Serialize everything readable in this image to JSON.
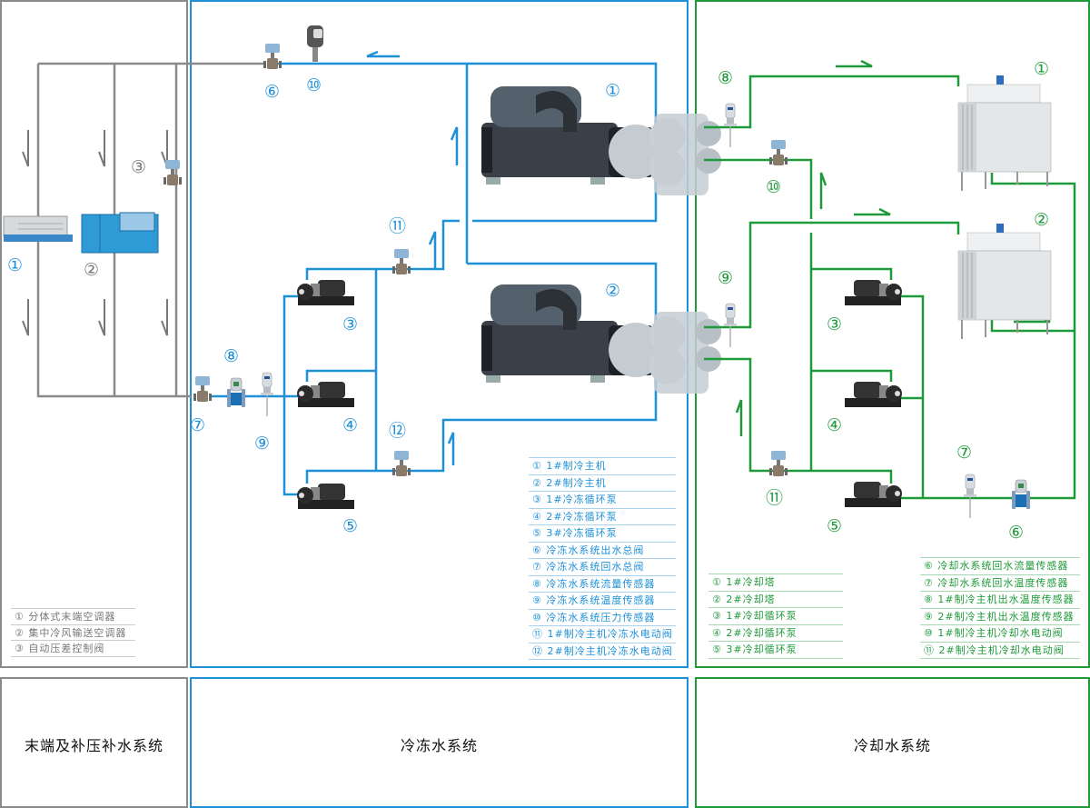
{
  "sections": {
    "terminal": {
      "title": "末端及补压补水系统",
      "color": "#8a8a8a"
    },
    "chilled": {
      "title": "冷冻水系统",
      "color": "#1e90d8"
    },
    "cooling": {
      "title": "冷却水系统",
      "color": "#1f9a3a"
    }
  },
  "terminal_legend": [
    "① 分体式末端空调器",
    "② 集中冷风输送空调器",
    "③ 自动压差控制阀"
  ],
  "chilled_legend": [
    "① 1#制冷主机",
    "② 2#制冷主机",
    "③ 1#冷冻循环泵",
    "④ 2#冷冻循环泵",
    "⑤ 3#冷冻循环泵",
    "⑥ 冷冻水系统出水总阀",
    "⑦ 冷冻水系统回水总阀",
    "⑧ 冷冻水系统流量传感器",
    "⑨ 冷冻水系统温度传感器",
    "⑩ 冷冻水系统压力传感器",
    "⑪ 1#制冷主机冷冻水电动阀",
    "⑫ 2#制冷主机冷冻水电动阀"
  ],
  "cooling_legend_left": [
    "① 1#冷却塔",
    "② 2#冷却塔",
    "③ 1#冷却循环泵",
    "④ 2#冷却循环泵",
    "⑤ 3#冷却循环泵"
  ],
  "cooling_legend_right": [
    "⑥ 冷却水系统回水流量传感器",
    "⑦ 冷却水系统回水温度传感器",
    "⑧ 1#制冷主机出水温度传感器",
    "⑨ 2#制冷主机出水温度传感器",
    "⑩ 1#制冷主机冷却水电动阀",
    "⑪ 2#制冷主机冷却水电动阀"
  ],
  "markers": {
    "terminal": [
      "①",
      "②",
      "③"
    ],
    "chilled": [
      "①",
      "②",
      "③",
      "④",
      "⑤",
      "⑥",
      "⑦",
      "⑧",
      "⑨",
      "⑩",
      "⑪",
      "⑫"
    ],
    "cooling": [
      "①",
      "②",
      "③",
      "④",
      "⑤",
      "⑥",
      "⑦",
      "⑧",
      "⑨",
      "⑩",
      "⑪"
    ]
  },
  "components": {
    "terminal": [
      "fan-coil-unit",
      "air-handling-unit",
      "differential-pressure-valve"
    ],
    "chilled": [
      "chiller-1",
      "chiller-2",
      "chilled-pump-1",
      "chilled-pump-2",
      "chilled-pump-3",
      "supply-valve",
      "return-valve",
      "flow-meter",
      "temp-sensor",
      "pressure-sensor",
      "motor-valve-1",
      "motor-valve-2"
    ],
    "cooling": [
      "cooling-tower-1",
      "cooling-tower-2",
      "cooling-pump-1",
      "cooling-pump-2",
      "cooling-pump-3",
      "flow-meter",
      "temp-sensor",
      "temp-sensor-1",
      "temp-sensor-2",
      "motor-valve-1",
      "motor-valve-2"
    ]
  }
}
